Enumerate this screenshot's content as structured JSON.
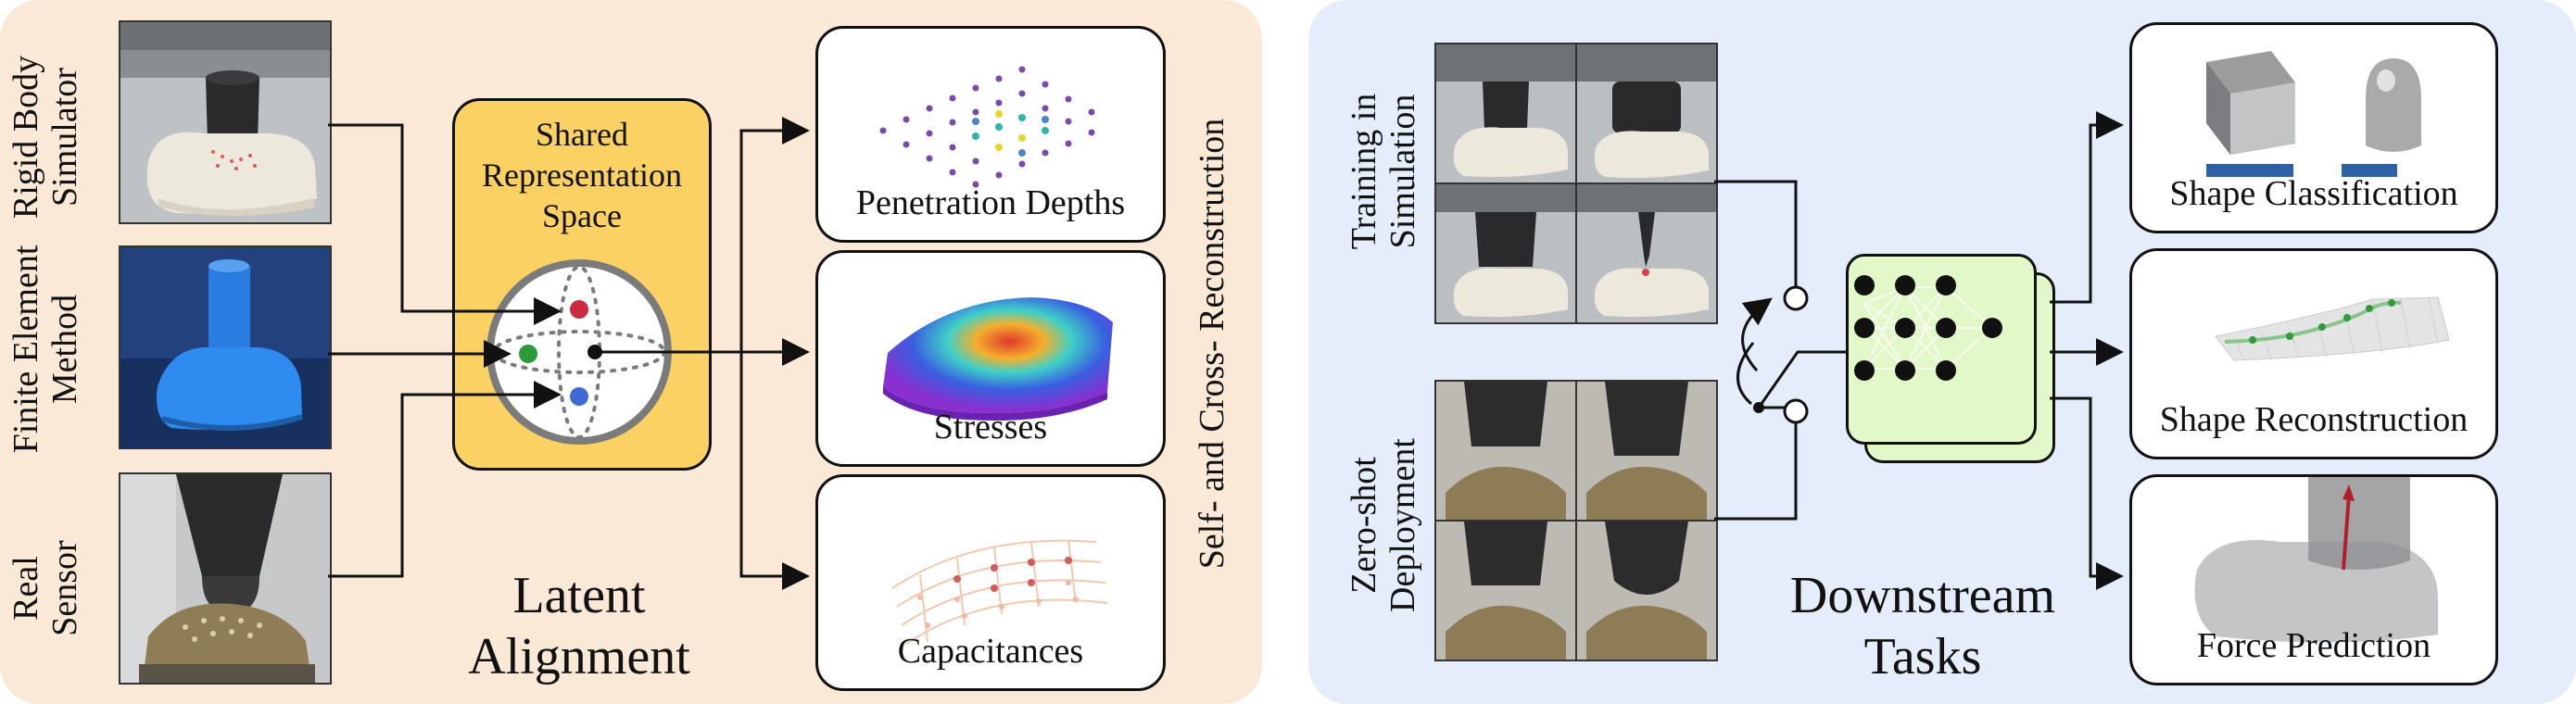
{
  "colors": {
    "left_bg": "#fbe9d8",
    "right_bg": "#e4edf9",
    "shared_box": "#fbd164",
    "network_box": "#e3f8c9",
    "red_dot": "#cc2a3e",
    "green_dot": "#2e9b3a",
    "blue_dot": "#4169d6",
    "bar_blue": "#2d62a6"
  },
  "inputs": [
    {
      "label_line1": "Rigid Body",
      "label_line2": "Simulator"
    },
    {
      "label_line1": "Finite Element",
      "label_line2": "Method"
    },
    {
      "label_line1": "Real",
      "label_line2": "Sensor"
    }
  ],
  "shared": {
    "line1": "Shared",
    "line2": "Representation",
    "line3": "Space"
  },
  "outputs": [
    "Penetration Depths",
    "Stresses",
    "Capacitances"
  ],
  "reconstruction_label": "Self- and Cross- Reconstruction",
  "latent": {
    "line1": "Latent",
    "line2": "Alignment"
  },
  "modes": [
    {
      "line1": "Training in",
      "line2": "Simulation"
    },
    {
      "line1": "Zero-shot",
      "line2": "Deployment"
    }
  ],
  "downstream": {
    "line1": "Downstream",
    "line2": "Tasks"
  },
  "tasks": [
    "Shape Classification",
    "Shape Reconstruction",
    "Force Prediction"
  ]
}
